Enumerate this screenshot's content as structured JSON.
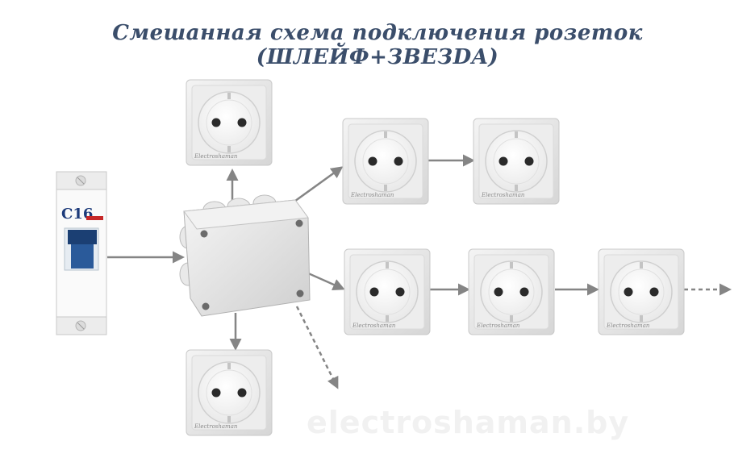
{
  "title": "Смешанная схема подключения розеток (ШЛЕЙФ+ЗВЕЗDA)",
  "breaker": {
    "rating": "C16"
  },
  "socket_brand": "Electroshaman",
  "watermark": "electroshaman.by",
  "colors": {
    "title": "#3b4e6b",
    "arrow": "#858585",
    "socket_frame": "#e2e2e2",
    "breaker_toggle": "#1b3f73",
    "breaker_accent": "#c62828"
  }
}
